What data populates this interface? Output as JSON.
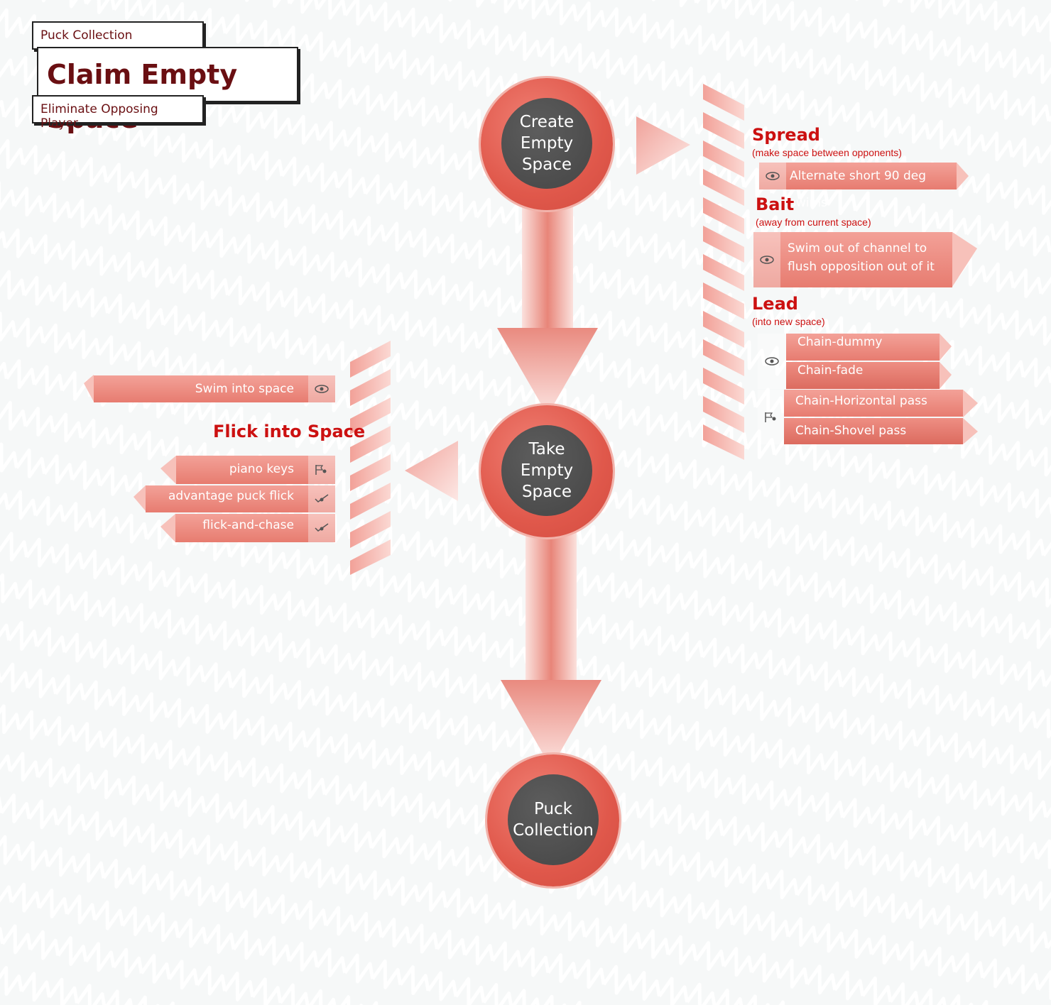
{
  "header": {
    "parent": "Puck Collection",
    "title": "Claim Empty Space",
    "child": "Eliminate Opposing Player"
  },
  "nodes": {
    "create": "Create\nEmpty\nSpace",
    "take": "Take\nEmpty\nSpace",
    "collect": "Puck\nCollection"
  },
  "right": {
    "spread": {
      "title": "Spread",
      "subtitle": "(make space between opponents)",
      "items": [
        "Alternate short 90 deg swims"
      ]
    },
    "bait": {
      "title": "Bait",
      "subtitle": "(away from current space)",
      "items": [
        "Swim out of channel to flush opposition out of it"
      ]
    },
    "lead": {
      "title": "Lead",
      "subtitle": "(into new space)",
      "items": [
        "Chain-dummy",
        "Chain-fade",
        "Chain-Horizontal pass",
        "Chain-Shovel pass"
      ]
    }
  },
  "left": {
    "swim": "Swim into space",
    "flick": {
      "title": "Flick into Space",
      "items": [
        "piano keys",
        "advantage puck flick",
        "flick-and-chase"
      ]
    }
  },
  "icons": [
    "eye-icon",
    "flag-eye-icon",
    "check-eye-icon"
  ],
  "colors": {
    "accent": "#e0584b",
    "title": "#cc1111",
    "node_core": "#4d4d4d",
    "bar": "#ee8e83"
  }
}
